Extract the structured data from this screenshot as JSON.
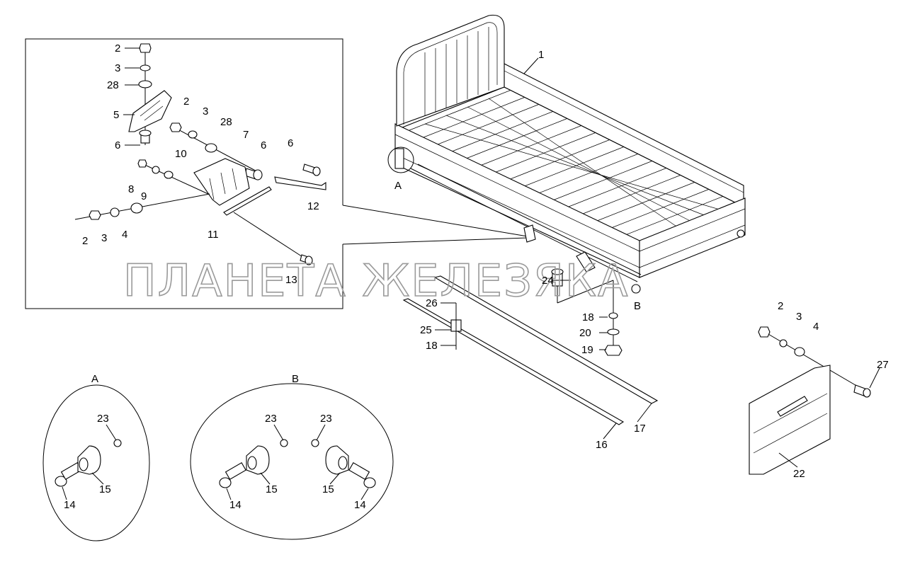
{
  "watermark": "ПЛАНЕТА ЖЕЛЕЗЯКА",
  "view_labels": {
    "A": "A",
    "B": "B"
  },
  "callouts": {
    "p1": "1",
    "inset_2a": "2",
    "inset_3a": "3",
    "inset_28a": "28",
    "inset_5": "5",
    "inset_6a": "6",
    "inset_2b": "2",
    "inset_3b": "3",
    "inset_28b": "28",
    "inset_7": "7",
    "inset_6b": "6",
    "inset_6c": "6",
    "inset_10": "10",
    "inset_8": "8",
    "inset_9": "9",
    "inset_12": "12",
    "inset_2c": "2",
    "inset_3c": "3",
    "inset_4": "4",
    "inset_11": "11",
    "inset_13": "13",
    "p24": "24",
    "p18a": "18",
    "p20": "20",
    "p19": "19",
    "p26": "26",
    "p25": "25",
    "p18b": "18",
    "p17": "17",
    "p16": "16",
    "p2r": "2",
    "p3r": "3",
    "p4r": "4",
    "p27": "27",
    "p22": "22",
    "a23": "23",
    "a15": "15",
    "a14": "14",
    "b23l": "23",
    "b15l": "15",
    "b14l": "14",
    "b23r": "23",
    "b15r": "15",
    "b14r": "14"
  }
}
